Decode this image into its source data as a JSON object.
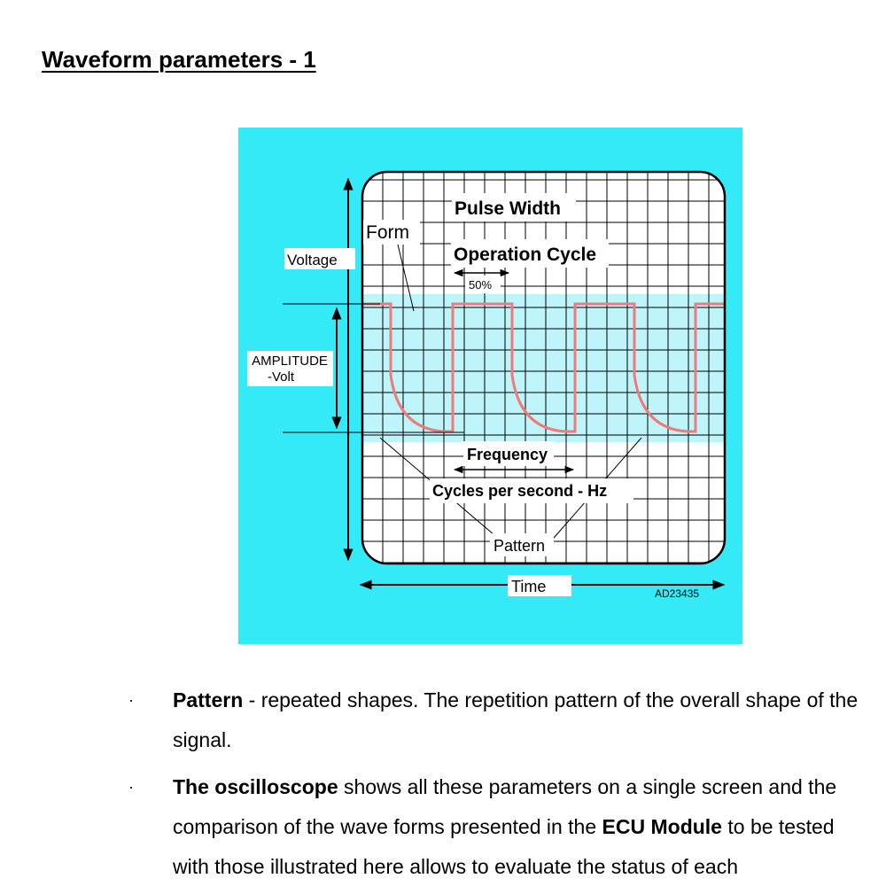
{
  "page": {
    "title": "Waveform parameters - 1"
  },
  "figure": {
    "colors": {
      "background": "#33eaf6",
      "screen": "#ffffff",
      "band": "#bdf5fa",
      "waveform": "#f07a7a",
      "grid": "#000000"
    },
    "labels": {
      "voltage": "Voltage",
      "form": "Form",
      "pulse_width": "Pulse Width",
      "operation_cycle": "Operation Cycle",
      "duty": "50%",
      "amplitude": "AMPLITUDE",
      "amplitude_unit": "-Volt",
      "frequency": "Frequency",
      "cycles": "Cycles per second - Hz",
      "pattern": "Pattern",
      "time": "Time",
      "code": "AD23435"
    }
  },
  "bullets": [
    {
      "bullet": "·",
      "parts": [
        {
          "text": "Pattern",
          "bold": true
        },
        {
          "text": " - repeated shapes. The repetition pattern of the overall shape of the signal.",
          "bold": false
        }
      ]
    },
    {
      "bullet": "·",
      "parts": [
        {
          "text": "The oscilloscope",
          "bold": true
        },
        {
          "text": " shows all these parameters on a single screen and the comparison of the wave forms presented in the ",
          "bold": false
        },
        {
          "text": "ECU Module",
          "bold": true
        },
        {
          "text": " to be tested with those illustrated here allows to evaluate the status of each",
          "bold": false
        }
      ]
    }
  ]
}
